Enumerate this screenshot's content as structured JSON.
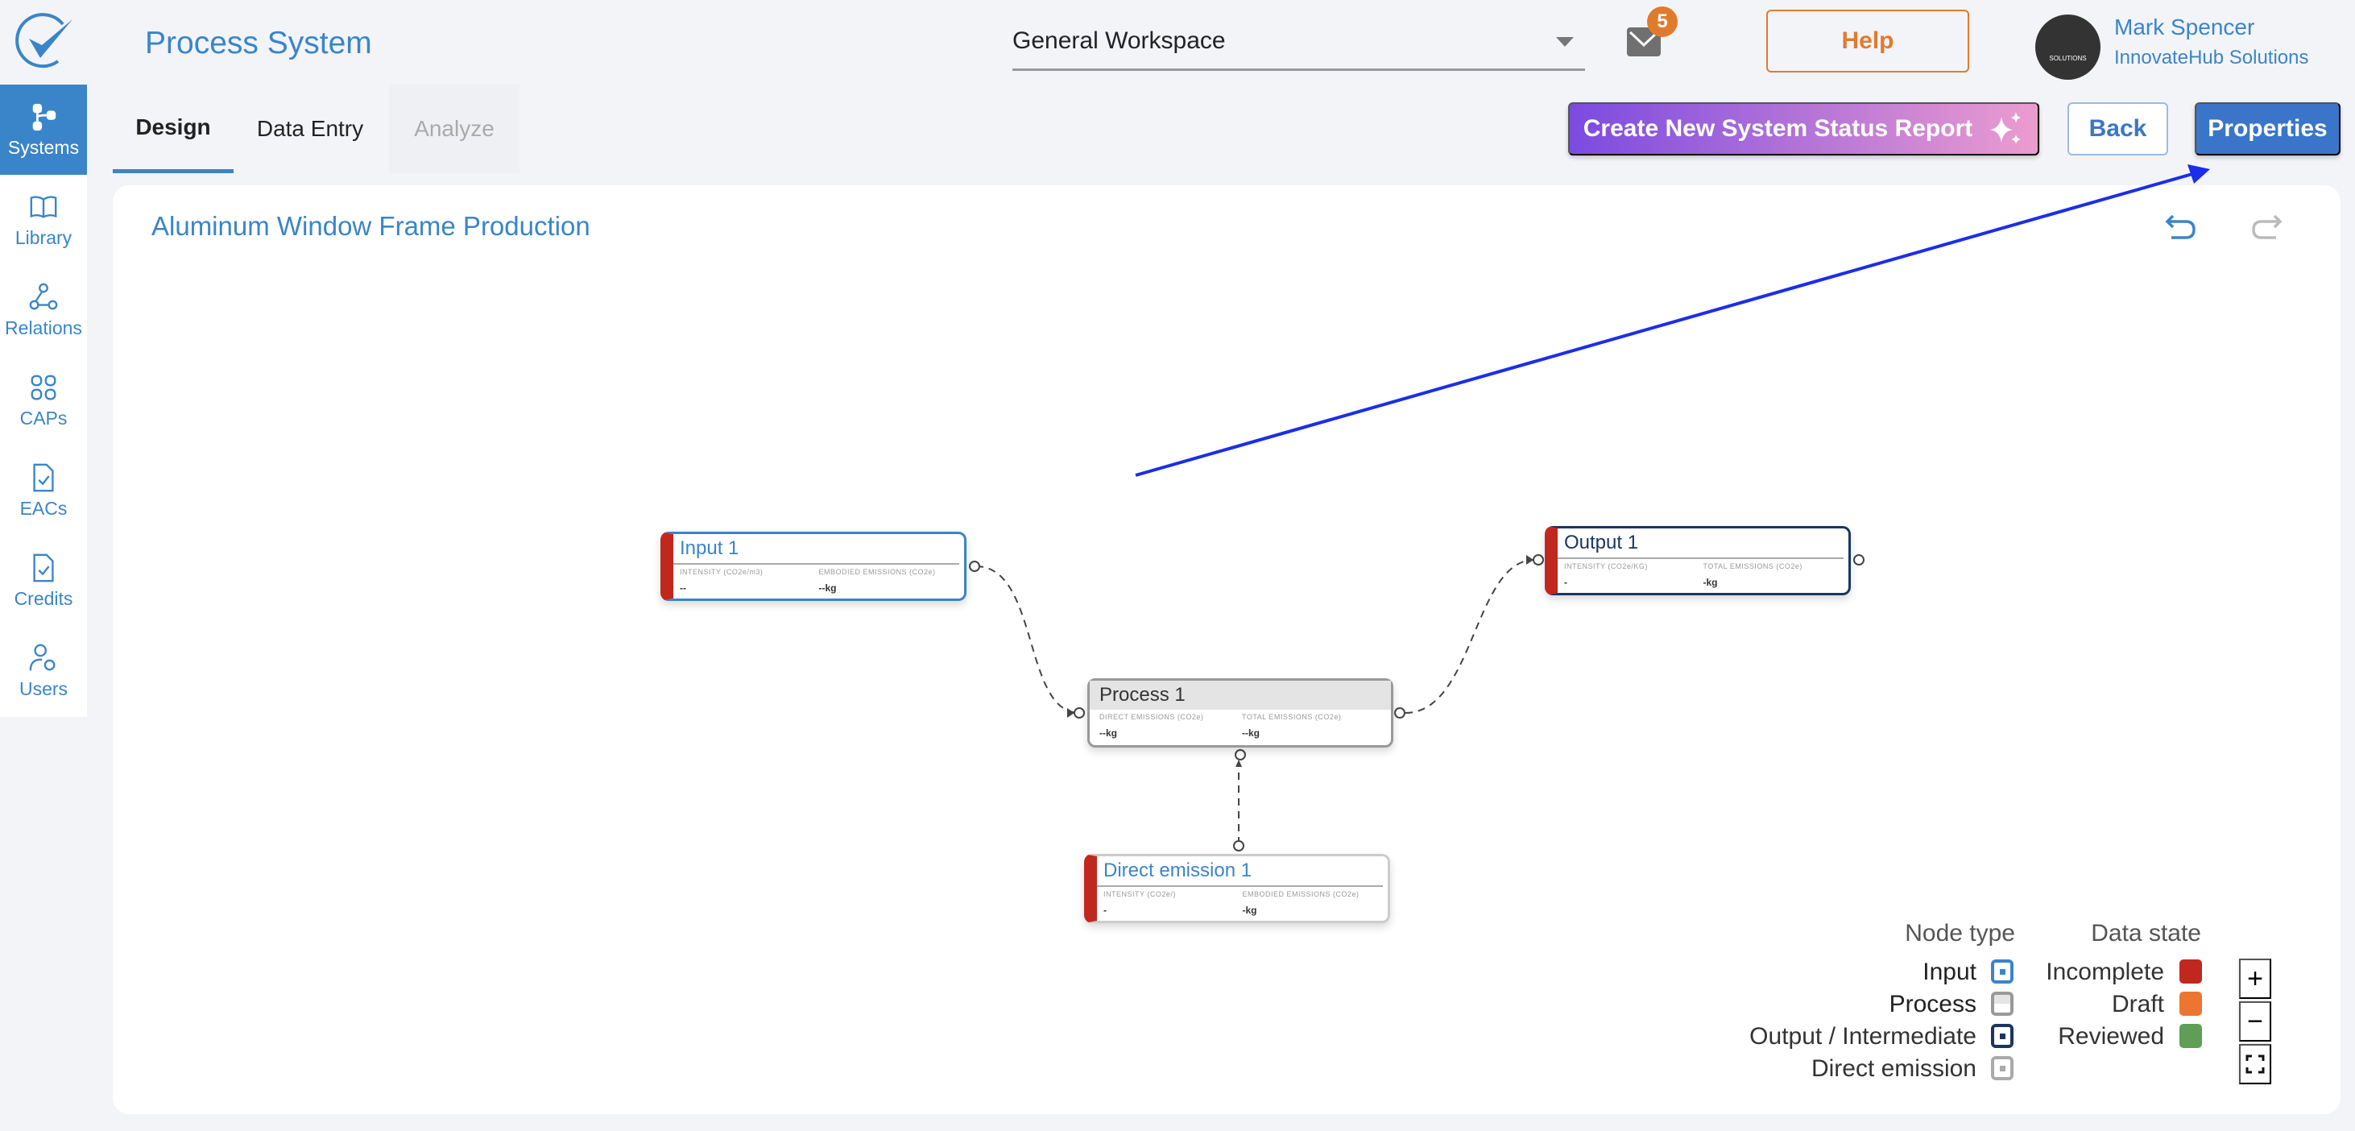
{
  "app": {
    "title": "Process System"
  },
  "sidebar": {
    "items": [
      {
        "label": "Systems",
        "icon": "systems-icon",
        "active": true
      },
      {
        "label": "Library",
        "icon": "book-icon"
      },
      {
        "label": "Relations",
        "icon": "relations-icon"
      },
      {
        "label": "CAPs",
        "icon": "grid-icon"
      },
      {
        "label": "EACs",
        "icon": "document-check-icon"
      },
      {
        "label": "Credits",
        "icon": "document-check-icon"
      },
      {
        "label": "Users",
        "icon": "users-gear-icon"
      }
    ]
  },
  "header": {
    "workspace": "General Workspace",
    "notifications": "5",
    "help": "Help",
    "user": {
      "name": "Mark Spencer",
      "org": "InnovateHub Solutions",
      "avatar_text": "SOLUTIONS"
    }
  },
  "tabs": [
    {
      "label": "Design",
      "active": true
    },
    {
      "label": "Data Entry"
    },
    {
      "label": "Analyze",
      "disabled": true
    }
  ],
  "actions": {
    "create": "Create New System Status Report",
    "back": "Back",
    "properties": "Properties"
  },
  "canvas": {
    "title": "Aluminum Window Frame Production",
    "nodes": [
      {
        "name": "Input 1",
        "type": "Input",
        "l1": "INTENSITY (CO2e/m3)",
        "v1": "--",
        "l2": "EMBODIED EMISSIONS (CO2e)",
        "v2": "--kg"
      },
      {
        "name": "Output 1",
        "type": "Output / Intermediate",
        "l1": "INTENSITY (CO2e/KG)",
        "v1": "-",
        "l2": "TOTAL EMISSIONS (CO2e)",
        "v2": "-kg"
      },
      {
        "name": "Process 1",
        "type": "Process",
        "l1": "DIRECT EMISSIONS (CO2e)",
        "v1": "--kg",
        "l2": "TOTAL EMISSIONS (CO2e)",
        "v2": "--kg"
      },
      {
        "name": "Direct emission 1",
        "type": "Direct emission",
        "l1": "INTENSITY (CO2e/)",
        "v1": "-",
        "l2": "EMBODIED EMISSIONS (CO2e)",
        "v2": "-kg"
      }
    ]
  },
  "legend": {
    "node_type_title": "Node type",
    "data_state_title": "Data state",
    "node_types": [
      "Input",
      "Process",
      "Output / Intermediate",
      "Direct emission"
    ],
    "data_states": [
      {
        "label": "Incomplete",
        "color": "#c0281e"
      },
      {
        "label": "Draft",
        "color": "#ec7630"
      },
      {
        "label": "Reviewed",
        "color": "#5f9e56"
      }
    ]
  },
  "zoom": {
    "in": "+",
    "out": "−"
  },
  "colors": {
    "accent": "#3a85c9",
    "help": "#e07b2e",
    "annotation_arrow": "#1b2ee8"
  }
}
